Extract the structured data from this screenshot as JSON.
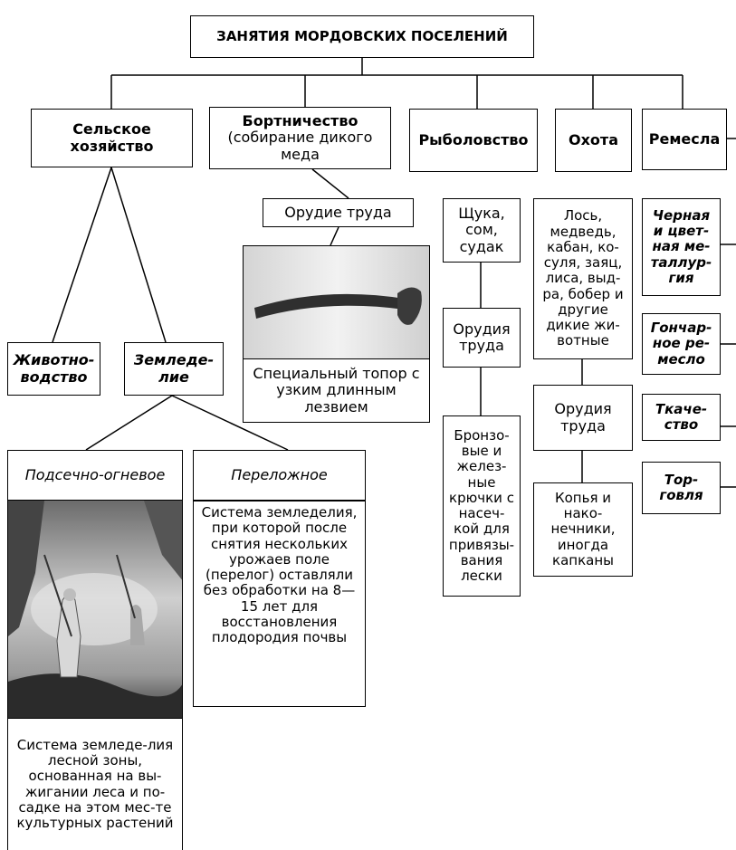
{
  "root": "ЗАНЯТИЯ МОРДОВСКИХ ПОСЕЛЕНИЙ",
  "agriculture": {
    "title": "Сельское хозяйство",
    "livestock": "Животно-водство",
    "farming": "Земледе-лие",
    "slash_burn": {
      "title": "Подсечно-огневое",
      "desc": "Система земледе-лия лесной зоны, основанная на вы-жигании леса и по-садке на этом мес-те культурных растений"
    },
    "fallow": {
      "title": "Переложное",
      "desc": "Система земледелия, при которой после снятия нескольких урожаев поле (перелог) оставляли без обработки на 8—15 лет для восстановления плодородия почвы"
    }
  },
  "beekeeping": {
    "title": "Бортничество",
    "subtitle": "(собирание дикого меда",
    "tool_label": "Орудие труда",
    "tool_desc": "Специальный топор с узким длинным лезвием"
  },
  "fishing": {
    "title": "Рыболовство",
    "species": "Щука, сом, судак",
    "tools_label": "Орудия труда",
    "tools_desc": "Бронзо-вые и желез-ные крючки с насеч-кой для привязы-вания лески"
  },
  "hunting": {
    "title": "Охота",
    "animals": "Лось, медведь, кабан, ко-суля, заяц, лиса, выд-ра, бобер и другие дикие жи-вотные",
    "tools_label": "Орудия труда",
    "tools_desc": "Копья и нако-нечники, иногда капканы"
  },
  "crafts": {
    "title": "Ремесла",
    "items": [
      "Черная и цвет-ная ме-таллур-гия",
      "Гончар-ное ре-месло",
      "Ткаче-ство",
      "Тор-говля"
    ]
  }
}
